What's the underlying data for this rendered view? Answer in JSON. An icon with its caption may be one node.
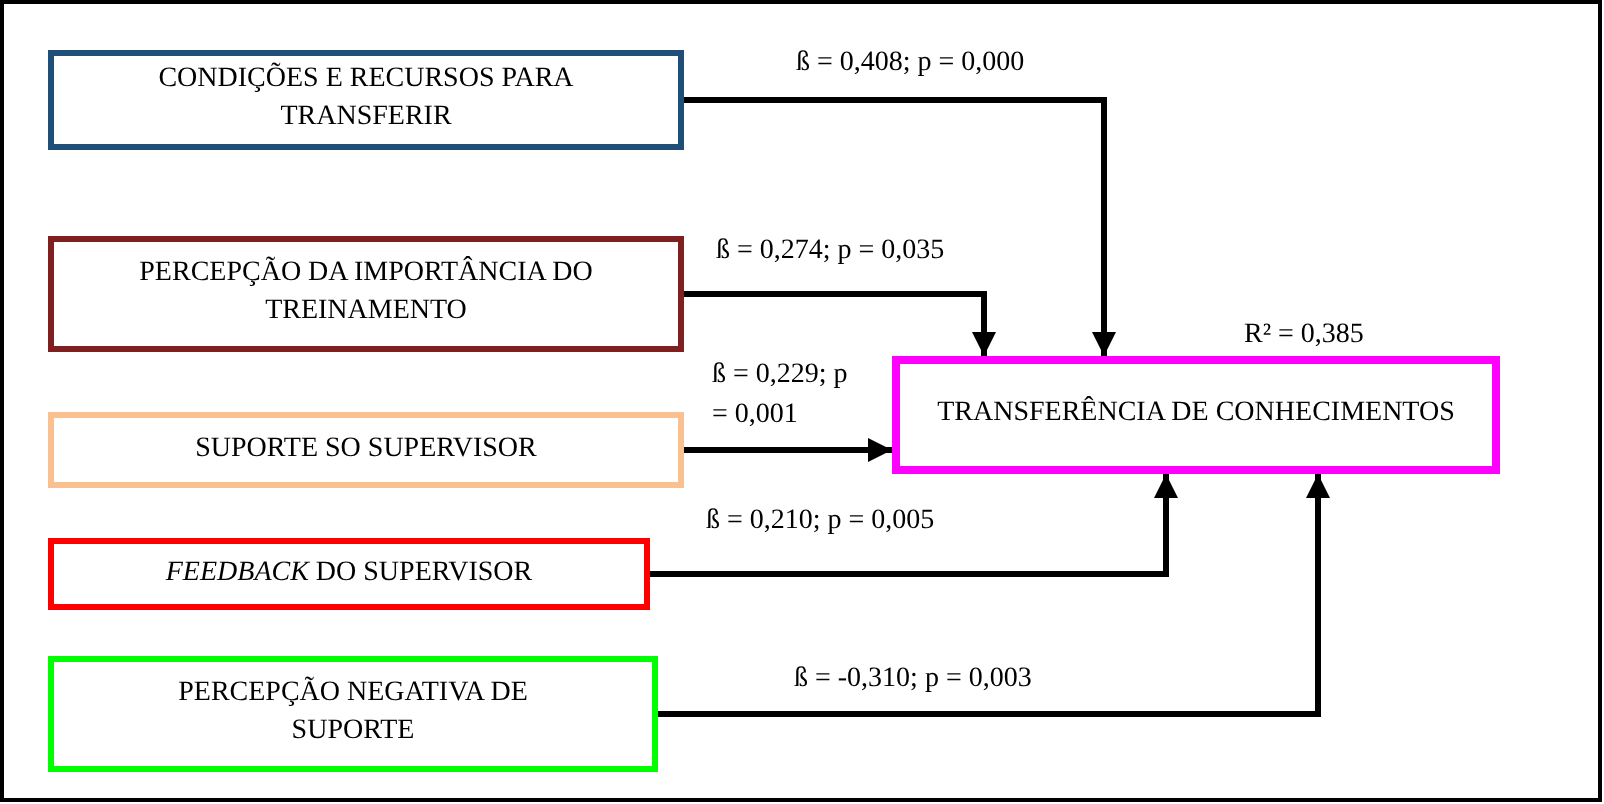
{
  "diagram": {
    "nodes": [
      {
        "text": [
          "CONDIÇÕES E RECURSOS PARA TRANSFERIR"
        ]
      },
      {
        "text": [
          "PERCEPÇÃO DA IMPORTÂNCIA DO TREINAMENTO"
        ]
      },
      {
        "text": [
          "SUPORTE SO SUPERVISOR"
        ]
      },
      {
        "text": [
          "*FEEDBACK* DO SUPERVISOR"
        ]
      },
      {
        "text": [
          "PERCEPÇÃO NEGATIVA DE SUPORTE"
        ]
      },
      {
        "text": [
          "TRANSFERÊNCIA DE CONHECIMENTOS"
        ],
        "beside": [
          "R² = 0,385"
        ]
      }
    ],
    "edges": [
      {
        "from": 0,
        "to": 5,
        "arrow": "to",
        "label": "ß = 0,408; p = 0,000"
      },
      {
        "from": 1,
        "to": 5,
        "arrow": "to",
        "label": "ß = 0,274; p = 0,035"
      },
      {
        "from": 2,
        "to": 5,
        "arrow": "to",
        "label": "ß = 0,229; p = 0,001"
      },
      {
        "from": 3,
        "to": 5,
        "arrow": "to",
        "label": "ß = 0,210; p = 0,005"
      },
      {
        "from": 4,
        "to": 5,
        "arrow": "to",
        "label": "ß = -0,310; p = 0,003"
      }
    ]
  }
}
